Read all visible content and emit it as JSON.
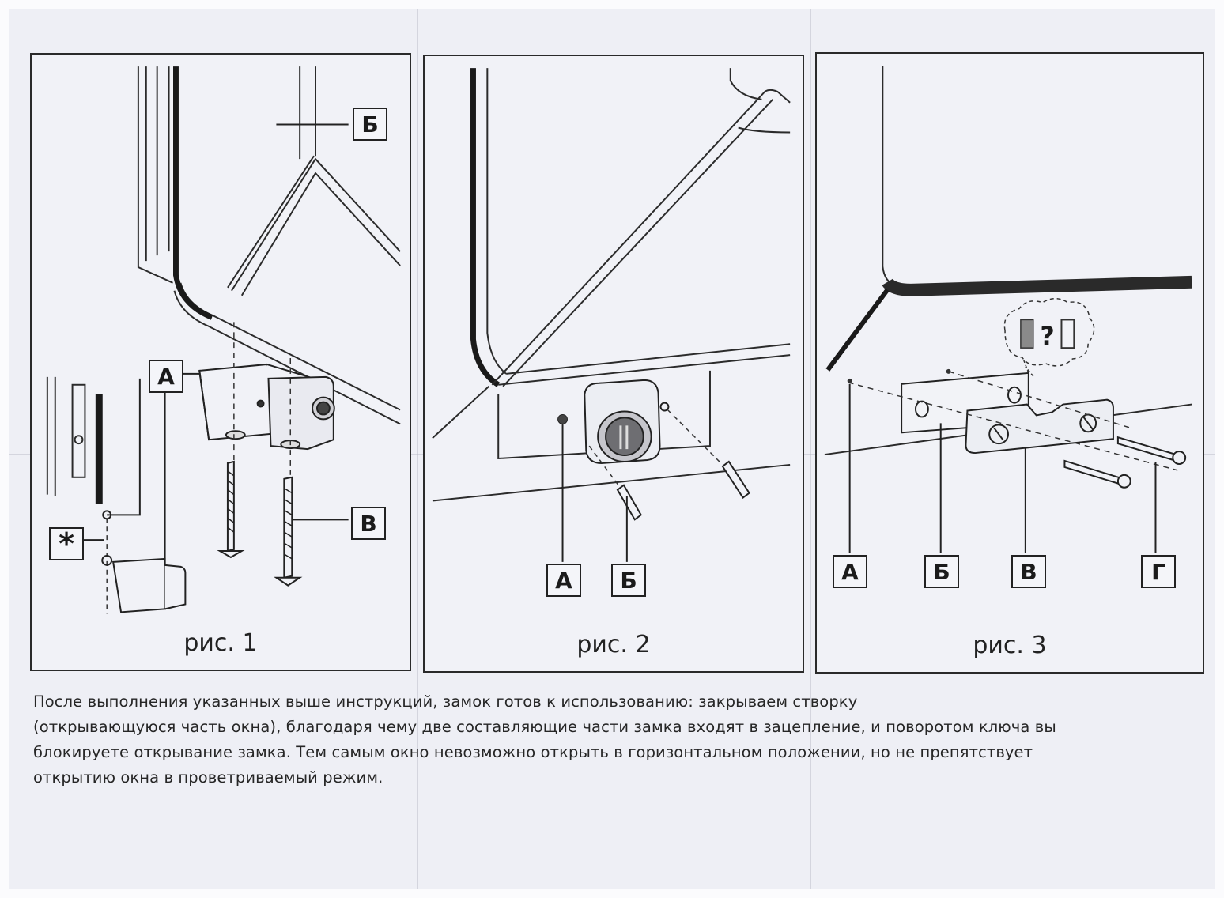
{
  "figures": [
    {
      "caption": "рис. 1",
      "labels": {
        "a": "А",
        "b": "Б",
        "v": "В",
        "star": "*"
      }
    },
    {
      "caption": "рис. 2",
      "labels": {
        "a": "А",
        "b": "Б"
      }
    },
    {
      "caption": "рис. 3",
      "labels": {
        "a": "А",
        "b": "Б",
        "v": "В",
        "g": "Г"
      },
      "bubble_text": "?"
    }
  ],
  "paragraph": {
    "lines": [
      "После выполнения указанных выше инструкций, замок готов к использованию: закрываем створку",
      "(открывающуюся часть окна), благодаря чему две составляющие части замка входят в зацепление, и поворотом ключа вы",
      "блокируете открывание замка. Тем самым окно невозможно открыть в горизонтальном положении, но не препятствует",
      "открытию окна в проветриваемый режим."
    ]
  }
}
